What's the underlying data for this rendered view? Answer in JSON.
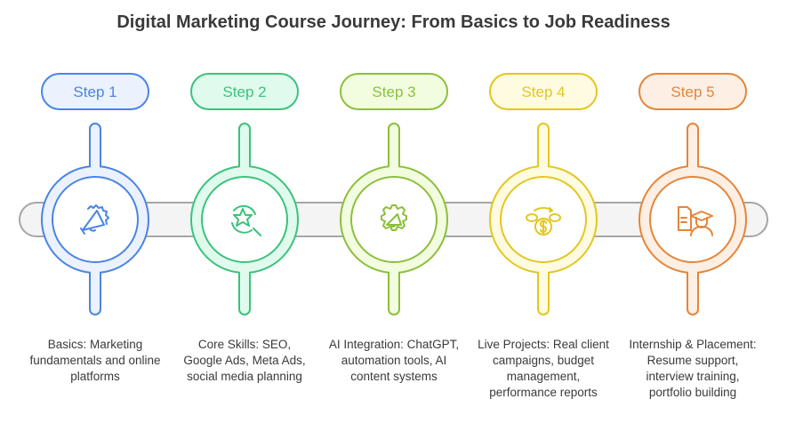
{
  "title": "Digital Marketing Course Journey: From Basics to Job Readiness",
  "steps": [
    {
      "label": "Step 1",
      "description": "Basics: Marketing fundamentals and online platforms",
      "icon": "megaphone-icon",
      "stroke": "#4a84e4",
      "fill": "#ebf2fe"
    },
    {
      "label": "Step 2",
      "description": "Core Skills: SEO, Google Ads, Meta Ads, social media planning",
      "icon": "star-search-icon",
      "stroke": "#3cc27c",
      "fill": "#e0fbee"
    },
    {
      "label": "Step 3",
      "description": "AI Integration: ChatGPT, automation tools, AI content systems",
      "icon": "gear-megaphone-icon",
      "stroke": "#8cbf3c",
      "fill": "#f2fde0"
    },
    {
      "label": "Step 4",
      "description": "Live Projects: Real client campaigns, budget management, performance reports",
      "icon": "money-cycle-icon",
      "stroke": "#e3c71f",
      "fill": "#fffbe0"
    },
    {
      "label": "Step 5",
      "description": "Internship & Placement: Resume support, interview training, portfolio building",
      "icon": "graduate-resume-icon",
      "stroke": "#e5853a",
      "fill": "#fdefe3"
    }
  ]
}
